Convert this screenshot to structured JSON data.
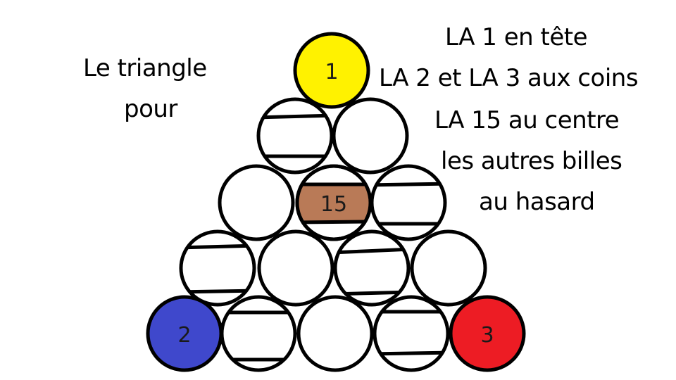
{
  "title_left": {
    "line1": "Le triangle",
    "line2": "pour"
  },
  "rules": {
    "line1": "LA 1 en tête",
    "line2": "LA 2 et LA 3 aux coins",
    "line3": "LA 15 au centre",
    "line4": "les autres billes",
    "line5": "au hasard"
  },
  "colors": {
    "yellow": "#FFF200",
    "blue": "#3F48CC",
    "red": "#ED1C24",
    "brown": "#B97A57",
    "outline": "#000000",
    "white": "#FFFFFF"
  },
  "balls": [
    {
      "row": 1,
      "type": "numbered",
      "label": "1",
      "color": "yellow"
    },
    {
      "row": 2,
      "type": "striped"
    },
    {
      "row": 2,
      "type": "solid"
    },
    {
      "row": 3,
      "type": "solid"
    },
    {
      "row": 3,
      "type": "band",
      "label": "15",
      "color": "brown"
    },
    {
      "row": 3,
      "type": "striped"
    },
    {
      "row": 4,
      "type": "striped"
    },
    {
      "row": 4,
      "type": "solid"
    },
    {
      "row": 4,
      "type": "striped"
    },
    {
      "row": 4,
      "type": "solid"
    },
    {
      "row": 5,
      "type": "numbered",
      "label": "2",
      "color": "blue"
    },
    {
      "row": 5,
      "type": "striped"
    },
    {
      "row": 5,
      "type": "solid"
    },
    {
      "row": 5,
      "type": "striped"
    },
    {
      "row": 5,
      "type": "numbered",
      "label": "3",
      "color": "red"
    }
  ]
}
